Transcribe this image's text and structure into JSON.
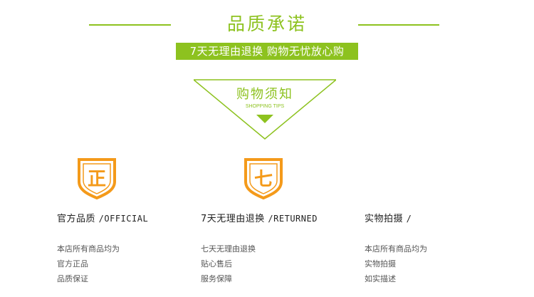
{
  "header": {
    "title": "品质承诺",
    "banner": "7天无理由退换 购物无忧放心购"
  },
  "tips": {
    "title": "购物须知",
    "subtitle": "SHOPPING TIPS"
  },
  "colors": {
    "green": "#8dc21f",
    "orange": "#f49a1a"
  },
  "features": [
    {
      "icon": "official-shield-icon",
      "badge": "正",
      "title_cn": "官方品质",
      "title_en": "/OFFICIAL",
      "items": [
        "本店所有商品均为",
        "官方正品",
        "品质保证"
      ]
    },
    {
      "icon": "seven-day-shield-icon",
      "badge": "七",
      "title_cn": "7天无理由退换",
      "title_en": "/RETURNED",
      "items": [
        "七天无理由退换",
        "贴心售后",
        "服务保障"
      ]
    },
    {
      "title_cn": "实物拍摄",
      "title_en": "/",
      "items": [
        "本店所有商品均为",
        "实物拍摄",
        "如实描述"
      ]
    }
  ]
}
